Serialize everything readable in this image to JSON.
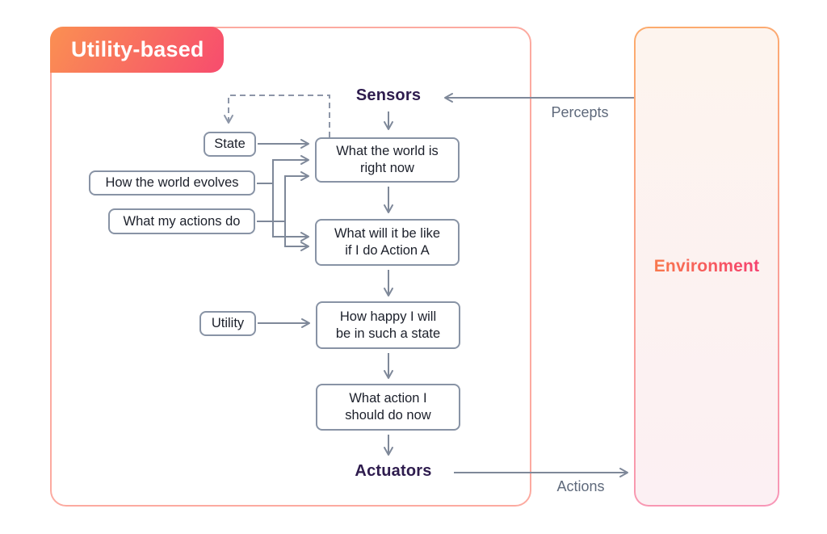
{
  "title_badge": {
    "label": "Utility-based"
  },
  "agent": {
    "sensors_label": "Sensors",
    "actuators_label": "Actuators",
    "boxes": {
      "state": "State",
      "how_world_evolves": "How the world evolves",
      "what_my_actions_do": "What my actions do",
      "utility": "Utility",
      "world_now": {
        "l1": "What the world is",
        "l2": "right now"
      },
      "world_if": {
        "l1": "What will it be like",
        "l2": "if I do Action A"
      },
      "happiness": {
        "l1": "How happy I will",
        "l2": "be in such a state"
      },
      "action_now": {
        "l1": "What action I",
        "l2": "should do now"
      }
    }
  },
  "environment": {
    "label": "Environment"
  },
  "flows": {
    "percepts": "Percepts",
    "actions": "Actions"
  },
  "colors": {
    "badge_gradient_start": "#fa9052",
    "badge_gradient_end": "#f74c6e",
    "agent_border": "#fcaaa0",
    "environment_border_start": "#fcab6c",
    "environment_border_end": "#f897b8",
    "environment_fill": "#fdf3f1",
    "connector_gray": "#7e8899",
    "dashed_gray": "#8d96a8",
    "node_border": "#8893a5",
    "node_text": "#1c202b",
    "port_purple": "#2e1c4e",
    "flow_label_gray": "#5f6a7c"
  }
}
